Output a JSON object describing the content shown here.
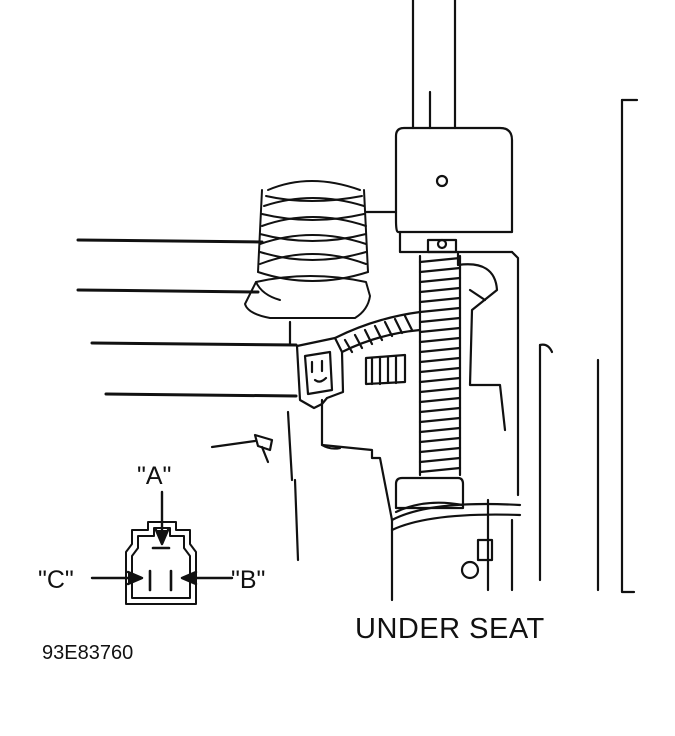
{
  "diagram": {
    "caption": "UNDER SEAT",
    "figure_number": "93E83760",
    "terminals": {
      "a": "\"A\"",
      "b": "\"B\"",
      "c": "\"C\""
    }
  },
  "colors": {
    "ink": "#111111",
    "background": "#ffffff"
  }
}
